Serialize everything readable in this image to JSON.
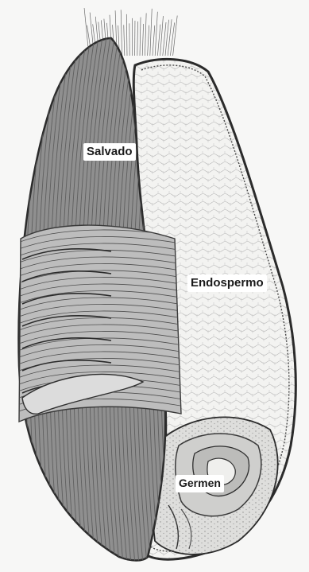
{
  "diagram": {
    "labels": {
      "bran": "Salvado",
      "endosperm": "Endospermo",
      "germ": "Germen"
    },
    "colors": {
      "background": "#f7f7f6",
      "bran_fill": "#8f8f8f",
      "bran_stripe": "#5f5f5f",
      "outline": "#2b2b2b",
      "endosperm_fill": "#f1f1ef",
      "layer_fill": "#bdbdbd",
      "aleurone_band": "#dcdcdc",
      "germ_fill": "#d4d4d2"
    }
  }
}
